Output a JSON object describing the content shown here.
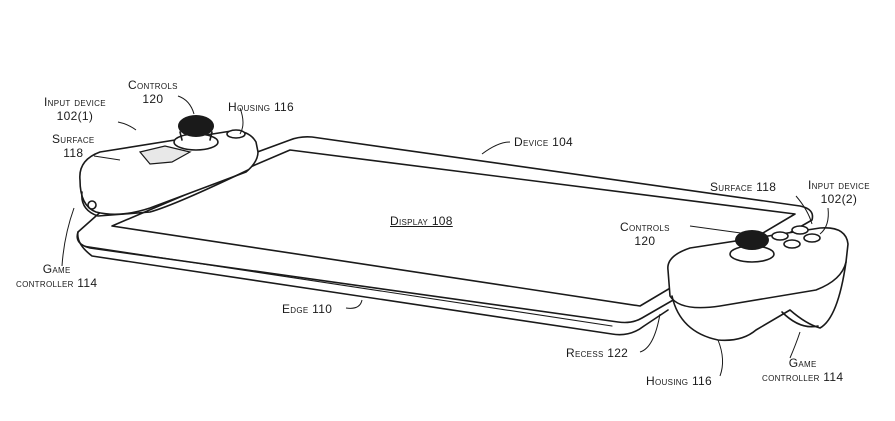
{
  "labels": {
    "controls_left": "Controls\n120",
    "input_device_left": "Input device\n102(1)",
    "housing_left": "Housing 116",
    "surface_left": "Surface\n118",
    "device": "Device 104",
    "display": "Display 108",
    "surface_right": "Surface 118",
    "input_device_right": "Input device\n102(2)",
    "controls_right": "Controls\n120",
    "game_controller_left": "Game\ncontroller 114",
    "edge": "Edge 110",
    "recess": "Recess 122",
    "housing_right": "Housing 116",
    "game_controller_right": "Game\ncontroller 114"
  }
}
